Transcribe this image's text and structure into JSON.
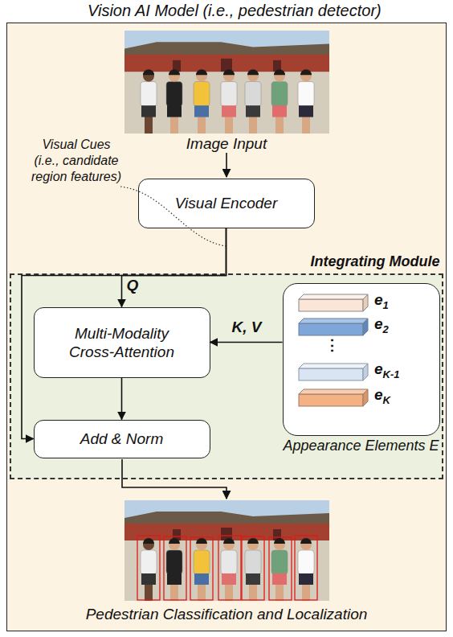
{
  "diagram": {
    "nodes": [
      {
        "text": [
          "Vision AI Model (i.e., pedestrian detector)"
        ]
      },
      {
        "text": [
          "Visual Encoder"
        ],
        "in": 0
      },
      {
        "text": [
          "Integrating Module"
        ],
        "in": 0
      },
      {
        "text": [
          "Multi-Modality Cross-Attention"
        ],
        "in": 2
      },
      {
        "text": [
          "Appearance Elements E"
        ],
        "in": 2
      },
      {
        "text": [
          "Add & Norm"
        ],
        "in": 2
      }
    ],
    "edges": [
      {
        "from": 1,
        "to": 3,
        "label": "Q",
        "arrow": "to"
      },
      {
        "from": 1,
        "to": 5,
        "arrow": "to"
      },
      {
        "from": 4,
        "to": 3,
        "label": "K, V",
        "arrow": "to"
      },
      {
        "from": 3,
        "to": 5,
        "arrow": "to"
      }
    ],
    "labels": [
      "Image Input",
      "Visual Cues (i.e., candidate region features)",
      "e1",
      "e2",
      "⋮",
      "eK-1",
      "eK",
      "Pedestrian Classification and Localization"
    ]
  }
}
